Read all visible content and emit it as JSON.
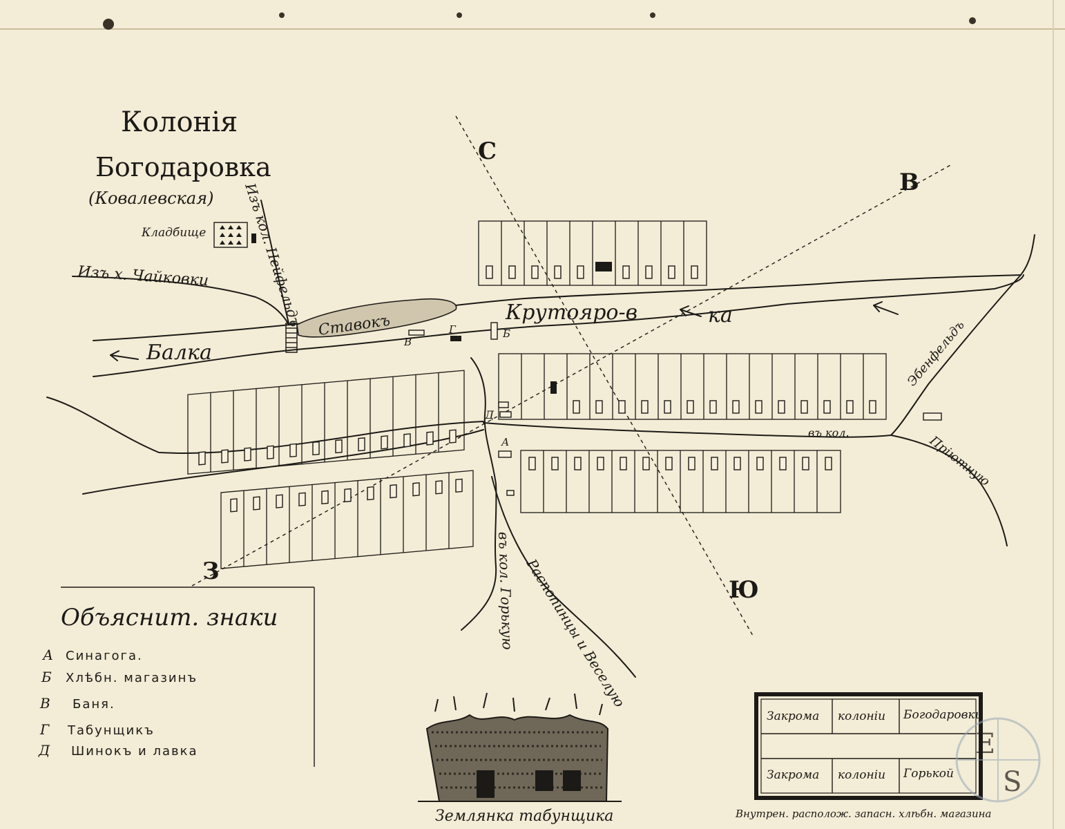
{
  "map": {
    "title_line1": "Колонія",
    "title_line2": "Богодаровка",
    "title_line3": "(Ковалевская)",
    "cemetery_label": "Кладбище",
    "compass": {
      "north": "С",
      "east": "В",
      "south": "Ю",
      "west": "З"
    },
    "river_label_left": "Балка",
    "river_label_right_1": "Крутояро-в",
    "river_label_right_2": "ка",
    "pond_label": "Ставокъ",
    "road_chaikovka": "Изъ х. Чайковки",
    "road_neifeld": "Изъ кол. Нейфельдъ",
    "road_ebenfeld": "Эбенфельдъ",
    "road_priyut_prefix": "въ кол.",
    "road_priyut": "Пріютную",
    "road_gorkaya": "въ кол. Горькую",
    "road_rasp": "Распопинцы и Веселую",
    "marker_A": "А",
    "marker_B": "Б",
    "marker_V": "В",
    "marker_G": "Г",
    "marker_D": "Д"
  },
  "legend": {
    "title": "Объяснит. знаки",
    "items": [
      {
        "letter": "А",
        "text": "Синагога."
      },
      {
        "letter": "Б",
        "text": "Хлѣбн. магазинъ"
      },
      {
        "letter": "В",
        "text": "Баня."
      },
      {
        "letter": "Г",
        "text": "Табунщикъ"
      },
      {
        "letter": "Д",
        "text": "Шинокъ и лавка"
      }
    ]
  },
  "dugout": {
    "caption": "Землянка табунщика"
  },
  "granary": {
    "row1": [
      "Закрома",
      "колоніи",
      "Богодаровки"
    ],
    "row2": [
      "Закрома",
      "колоніи",
      "Горькой"
    ],
    "caption": "Внутрен. располож. запасн. хлѣбн. магазина"
  },
  "watermark": {
    "letters": [
      "E",
      "S"
    ]
  },
  "colors": {
    "paper": "#f3ecd6",
    "ink": "#1c1a17"
  }
}
